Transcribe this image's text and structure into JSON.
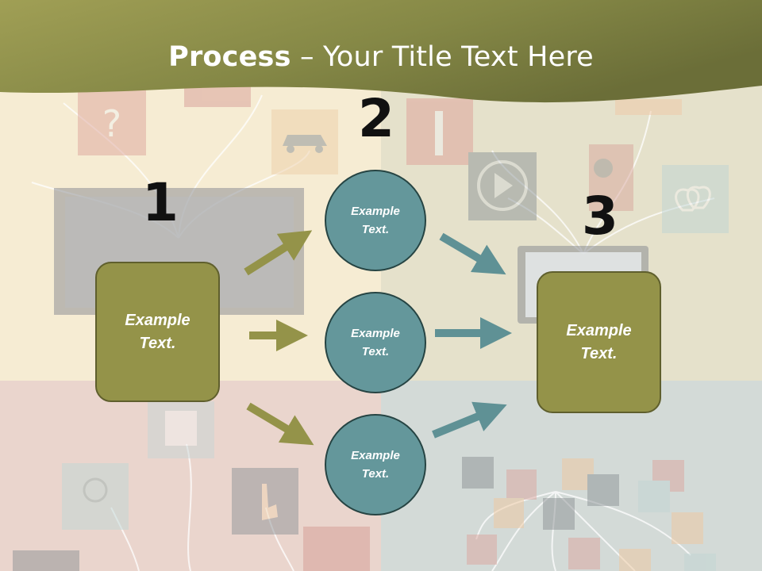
{
  "header": {
    "title_bold": "Process",
    "title_rest": " – Your Title Text Here"
  },
  "steps": {
    "one": "1",
    "two": "2",
    "three": "3"
  },
  "boxes": {
    "start": "Example\nText.",
    "end": "Example\nText."
  },
  "circles": [
    "Example\nText.",
    "Example\nText.",
    "Example\nText."
  ],
  "colors": {
    "olive": "#949349",
    "teal": "#64979b",
    "olive_arrow": "#949349",
    "teal_arrow": "#64979b",
    "header": "#8a8b47"
  }
}
